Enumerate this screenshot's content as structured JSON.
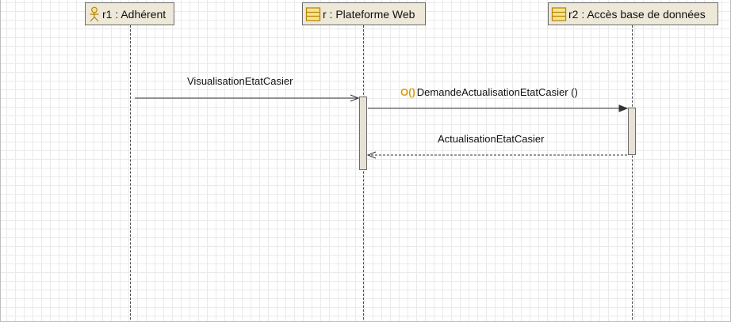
{
  "diagram": {
    "type": "uml-sequence",
    "lifelines": [
      {
        "id": "r1",
        "label": "r1 : Adhérent",
        "icon": "actor-icon"
      },
      {
        "id": "r",
        "label": "r : Plateforme Web",
        "icon": "class-icon"
      },
      {
        "id": "r2",
        "label": "r2 : Accès base de données",
        "icon": "class-icon"
      }
    ],
    "messages": [
      {
        "from": "r1",
        "to": "r",
        "label": "VisualisationEtatCasier",
        "kind": "asynchronous"
      },
      {
        "from": "r",
        "to": "r2",
        "label": "DemandeActualisationEtatCasier ()",
        "operation_marker": "O()",
        "kind": "synchronous"
      },
      {
        "from": "r2",
        "to": "r",
        "label": "ActualisationEtatCasier",
        "kind": "reply"
      }
    ],
    "colors": {
      "grid": "#eaeaea",
      "head_fill": "#ede8d8",
      "icon_fill": "#f6e58d",
      "icon_stroke": "#b8860b",
      "operation_marker": "#d9a01e",
      "line": "#4a4a4a"
    }
  }
}
